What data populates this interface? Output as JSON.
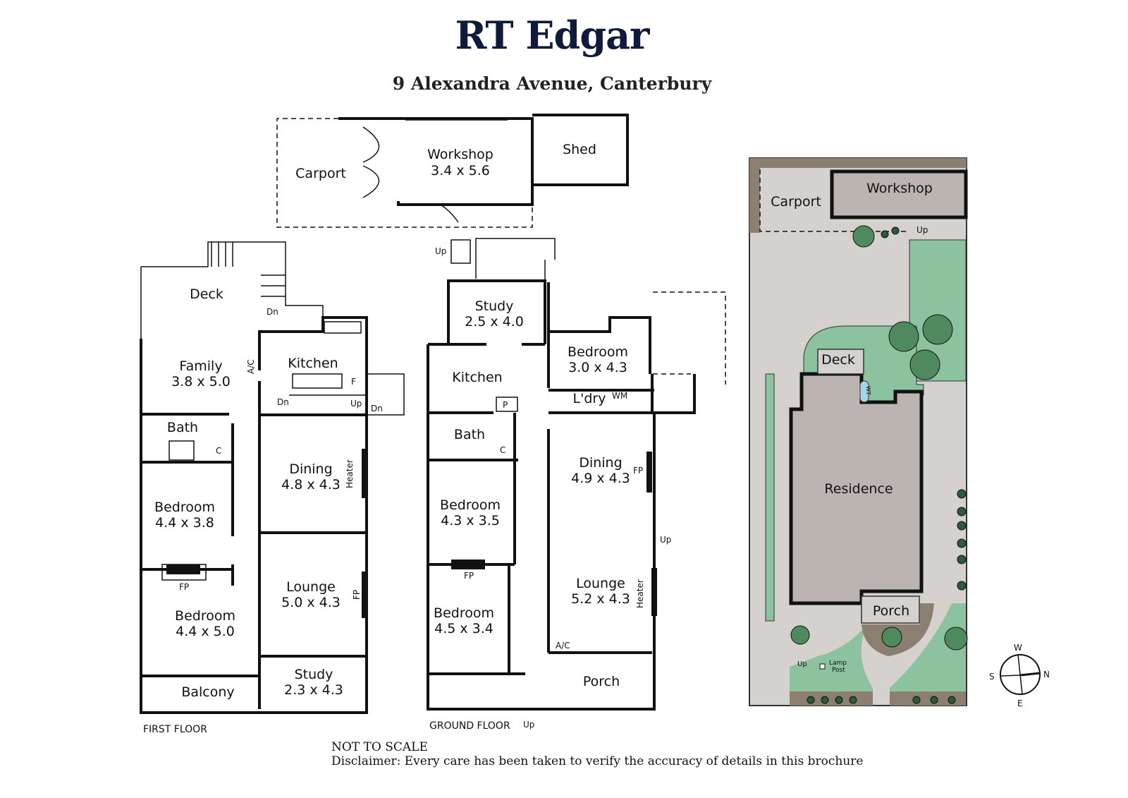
{
  "header": {
    "brand": "RT Edgar",
    "address": "9 Alexandra Avenue, Canterbury"
  },
  "outbuildings": {
    "carport": "Carport",
    "workshop": {
      "name": "Workshop",
      "dims": "3.4 x 5.6"
    },
    "shed": "Shed"
  },
  "first_floor": {
    "label": "FIRST FLOOR",
    "deck": "Deck",
    "family": {
      "name": "Family",
      "dims": "3.8 x 5.0"
    },
    "kitchen": "Kitchen",
    "bath": "Bath",
    "dining": {
      "name": "Dining",
      "dims": "4.8 x 4.3"
    },
    "bedroom1": {
      "name": "Bedroom",
      "dims": "4.4 x 3.8"
    },
    "bedroom2": {
      "name": "Bedroom",
      "dims": "4.4 x 5.0"
    },
    "lounge": {
      "name": "Lounge",
      "dims": "5.0 x 4.3"
    },
    "study": {
      "name": "Study",
      "dims": "2.3 x 4.3"
    },
    "balcony": "Balcony",
    "annotations": {
      "dn1": "Dn",
      "dn2": "Dn",
      "dn3": "Dn",
      "up": "Up",
      "ac": "A/C",
      "f": "F",
      "c": "C",
      "heater": "Heater",
      "fp1": "FP",
      "fp2": "FP"
    }
  },
  "ground_floor": {
    "label": "GROUND FLOOR",
    "study": {
      "name": "Study",
      "dims": "2.5 x 4.0"
    },
    "kitchen": "Kitchen",
    "bedroom1": {
      "name": "Bedroom",
      "dims": "3.0 x 4.3"
    },
    "laundry": "L'dry",
    "bath": "Bath",
    "dining": {
      "name": "Dining",
      "dims": "4.9 x 4.3"
    },
    "bedroom2": {
      "name": "Bedroom",
      "dims": "4.3 x 3.5"
    },
    "bedroom3": {
      "name": "Bedroom",
      "dims": "4.5 x 3.4"
    },
    "lounge": {
      "name": "Lounge",
      "dims": "5.2 x 4.3"
    },
    "porch": "Porch",
    "annotations": {
      "up1": "Up",
      "up2": "Up",
      "up3": "Up",
      "p": "P",
      "wm": "WM",
      "c": "C",
      "fp1": "FP",
      "fp2": "FP",
      "heater": "Heater",
      "ac": "A/C"
    }
  },
  "site_plan": {
    "carport": "Carport",
    "workshop": "Workshop",
    "deck": "Deck",
    "wt": "WT",
    "residence": "Residence",
    "porch": "Porch",
    "up1": "Up",
    "up2": "Up",
    "lamp_post": [
      "Lamp",
      "Post"
    ]
  },
  "compass": {
    "north": "N",
    "south": "S",
    "east": "E",
    "west": "W"
  },
  "notes": {
    "not_to_scale": "NOT TO SCALE",
    "disclaimer": "Disclaimer: Every care has been taken to verify the accuracy of details in this brochure"
  },
  "colors": {
    "brand": "#101a3a",
    "ground": "#d5d1ce",
    "lawn": "#8cc29f",
    "garden_bed": "#8a7f70",
    "residence": "#bcb4b1"
  }
}
